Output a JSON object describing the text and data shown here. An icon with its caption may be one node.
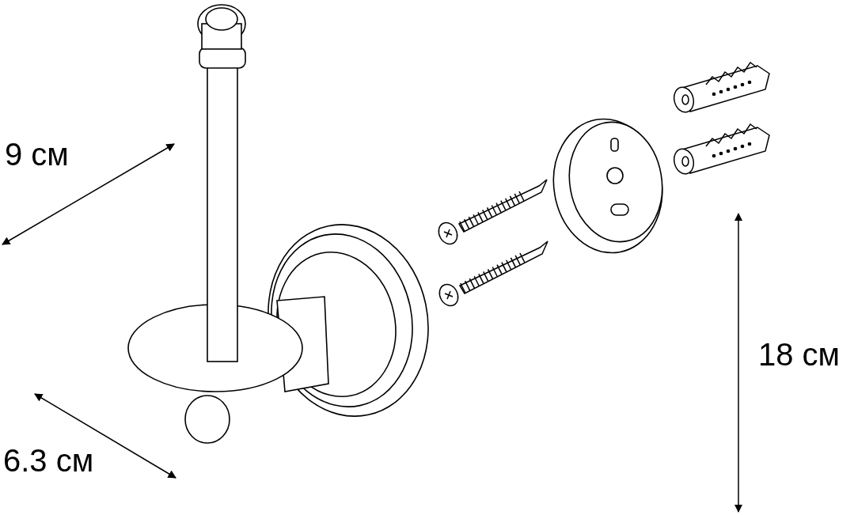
{
  "diagram": {
    "labels": [
      "9 см",
      "18 см",
      "6.3 см"
    ]
  }
}
